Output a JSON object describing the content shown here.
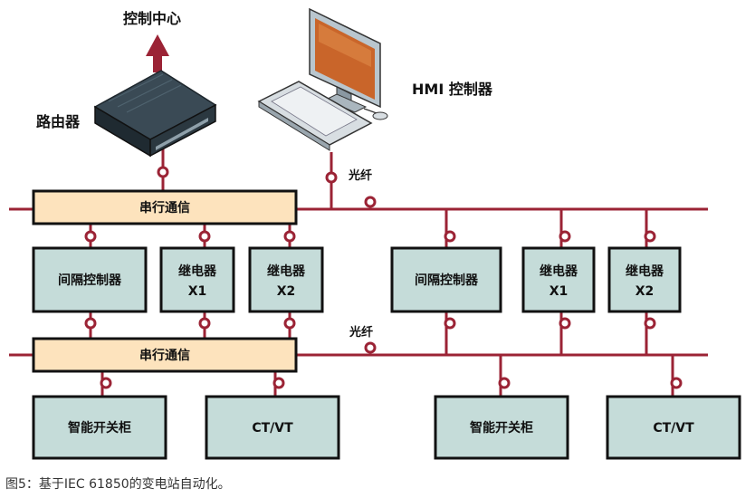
{
  "labels": {
    "control_center": "控制中心",
    "router": "路由器",
    "hmi": "HMI 控制器",
    "fiber_top": "光纤",
    "fiber_mid": "光纤"
  },
  "bus_boxes": {
    "top": "串行通信",
    "bottom": "串行通信"
  },
  "devices": {
    "left_controller": [
      "间隔控制器"
    ],
    "left_relay1": [
      "继电器",
      "X1"
    ],
    "left_relay2": [
      "继电器",
      "X2"
    ],
    "right_controller": [
      "间隔控制器"
    ],
    "right_relay1": [
      "继电器",
      "X1"
    ],
    "right_relay2": [
      "继电器",
      "X2"
    ],
    "left_switchgear": [
      "智能开关柜"
    ],
    "left_ctvt": [
      "CT/VT"
    ],
    "right_switchgear": [
      "智能开关柜"
    ],
    "right_ctvt": [
      "CT/VT"
    ]
  },
  "caption": "图5：基于IEC 61850的变电站自动化。",
  "colors": {
    "line": "#9b2335",
    "box_fill": "#c5dcd9",
    "box_border": "#111111",
    "bus_fill": "#fde3bd"
  }
}
